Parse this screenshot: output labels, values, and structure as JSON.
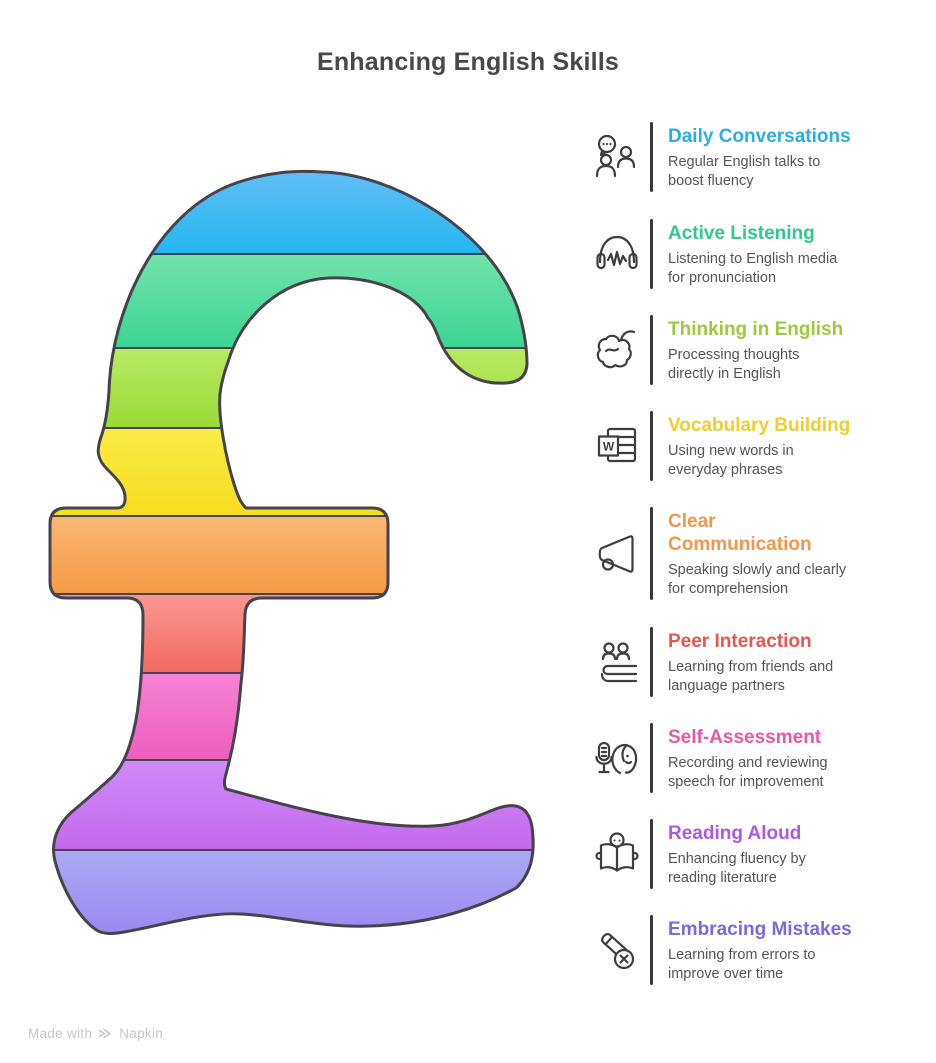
{
  "page_title": "Enhancing English Skills",
  "watermark": {
    "prefix": "Made with",
    "brand": "Napkin"
  },
  "pound_symbol": {
    "outline_color": "#46434c",
    "stripe_boundaries": [
      2,
      88,
      182,
      262,
      350,
      428,
      507,
      594,
      684,
      774
    ],
    "stripes": [
      {
        "label": "daily-conversations",
        "top": "#63bef4",
        "bottom": "#24b7f1"
      },
      {
        "label": "active-listening",
        "top": "#72e3ac",
        "bottom": "#3cd494"
      },
      {
        "label": "thinking-in-english",
        "top": "#b9ea64",
        "bottom": "#9ada38"
      },
      {
        "label": "vocabulary-building",
        "top": "#fbeb46",
        "bottom": "#f7dd1e"
      },
      {
        "label": "clear-communication",
        "top": "#f9b873",
        "bottom": "#f59a43"
      },
      {
        "label": "peer-interaction",
        "top": "#fb978f",
        "bottom": "#f26a60"
      },
      {
        "label": "self-assessment",
        "top": "#f582d5",
        "bottom": "#ee5dbe"
      },
      {
        "label": "reading-aloud",
        "top": "#ce8bf5",
        "bottom": "#c569ee"
      },
      {
        "label": "embracing-mistakes",
        "top": "#aca9f4",
        "bottom": "#9a86ef"
      }
    ]
  },
  "items": [
    {
      "icon": "conversation-icon",
      "title": "Daily Conversations",
      "title_color": "#2baee4",
      "description": [
        "Regular English talks to",
        "boost fluency"
      ]
    },
    {
      "icon": "headphones-icon",
      "title": "Active Listening",
      "title_color": "#2fc98d",
      "description": [
        "Listening to English media",
        "for pronunciation"
      ]
    },
    {
      "icon": "brain-icon",
      "title": "Thinking in English",
      "title_color": "#9ccb3e",
      "description": [
        "Processing thoughts",
        "directly in English"
      ]
    },
    {
      "icon": "word-grid-icon",
      "title": "Vocabulary Building",
      "title_color": "#eecf2e",
      "description": [
        "Using new words in",
        "everyday phrases"
      ]
    },
    {
      "icon": "megaphone-icon",
      "title": [
        "Clear",
        "Communication"
      ],
      "title_color": "#f0974b",
      "description": [
        "Speaking slowly and clearly",
        "for comprehension"
      ]
    },
    {
      "icon": "peer-group-icon",
      "title": "Peer Interaction",
      "title_color": "#e9554f",
      "description": [
        "Learning from friends and",
        "language partners"
      ]
    },
    {
      "icon": "microphone-face-icon",
      "title": "Self-Assessment",
      "title_color": "#e958a8",
      "description": [
        "Recording and reviewing",
        "speech for improvement"
      ]
    },
    {
      "icon": "reading-book-icon",
      "title": "Reading Aloud",
      "title_color": "#ac59e8",
      "description": [
        "Enhancing fluency by",
        "reading literature"
      ]
    },
    {
      "icon": "pencil-error-icon",
      "title": "Embracing Mistakes",
      "title_color": "#7c68e1",
      "description": [
        "Learning from errors to",
        "improve over time"
      ]
    }
  ]
}
